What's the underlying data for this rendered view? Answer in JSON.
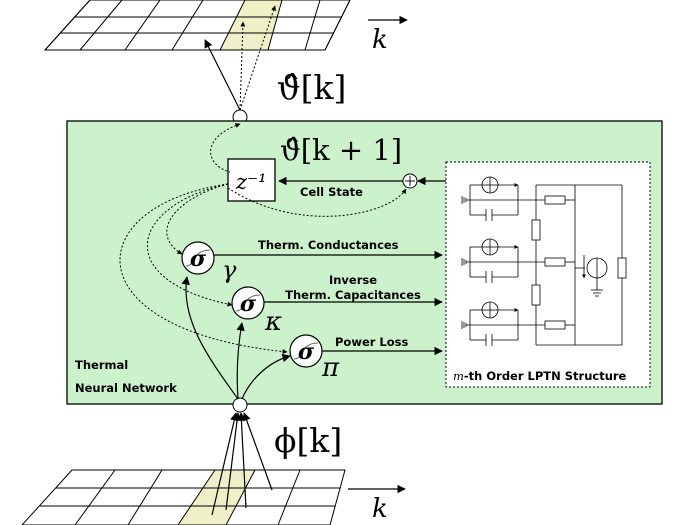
{
  "colors": {
    "panel_fill": "#ccf2cc",
    "panel_stroke": "#000000",
    "highlight_cell": "#f0f0c8",
    "line": "#000000"
  },
  "top": {
    "axis_label": "k",
    "output_label": "ϑ̂[k]"
  },
  "bottom": {
    "axis_label": "k",
    "input_label": "ϕ[k]"
  },
  "network": {
    "title_line1": "Thermal",
    "title_line2": "Neural Network",
    "delay_label": "z⁻¹",
    "next_state_label": "ϑ̂[k + 1]",
    "cell_state_label": "Cell State",
    "conductances_label": "Therm. Conductances",
    "capacitances_label_line1": "Inverse",
    "capacitances_label_line2": "Therm. Capacitances",
    "power_loss_label": "Power Loss",
    "sigma_symbol": "σ",
    "gamma_symbol": "γ",
    "kappa_symbol": "κ",
    "pi_symbol": "π"
  },
  "lptn": {
    "caption_var": "m",
    "caption_rest": "-th Order LPTN Structure"
  }
}
